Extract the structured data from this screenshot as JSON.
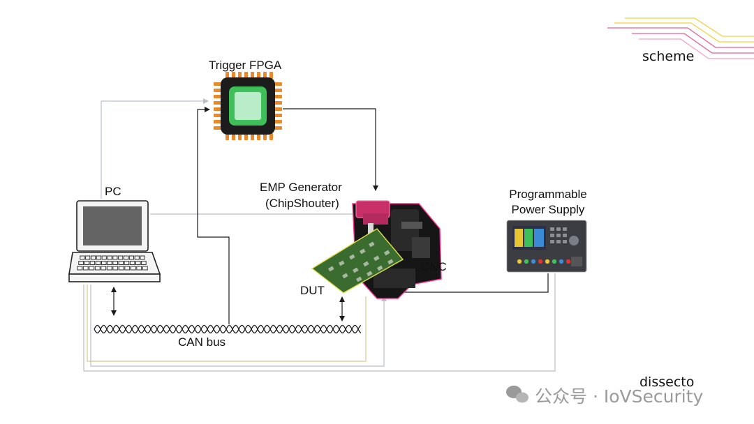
{
  "labels": {
    "trigger_fpga": "Trigger FPGA",
    "pc": "PC",
    "emp_generator": "EMP Generator",
    "emp_generator_sub": "(ChipShouter)",
    "power_supply_l1": "Programmable",
    "power_supply_l2": "Power Supply",
    "cnc": "CNC",
    "dut": "DUT",
    "can_bus": "CAN bus"
  },
  "corner": {
    "scheme": "scheme",
    "brand": "dissecto"
  },
  "watermark": {
    "text": "公众号 · IoVSecurity",
    "icon": "wechat-icon"
  },
  "colors": {
    "line_dark": "#1a1a1a",
    "line_light": "#b9bfc6",
    "line_yellow": "#d9c98a",
    "fpga_pins": "#e8892a",
    "fpga_core": "#3fbf5a",
    "fpga_die": "#b9ecc8",
    "cnc_outline": "#ff2d8a",
    "pcb_green": "#3a6b2f",
    "pcb_frame": "#e0df4e",
    "deco_pink": "#e7609a",
    "deco_yellow": "#f0d23c"
  }
}
